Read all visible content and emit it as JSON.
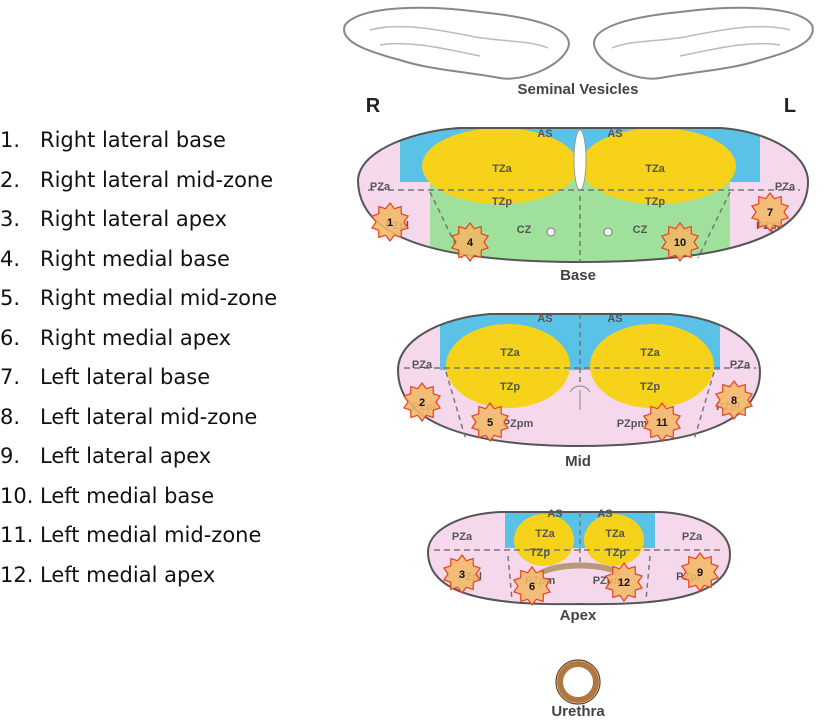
{
  "list": [
    {
      "num": "1.",
      "label": "Right lateral base"
    },
    {
      "num": "2.",
      "label": "Right lateral mid-zone"
    },
    {
      "num": "3.",
      "label": "Right lateral apex"
    },
    {
      "num": "4.",
      "label": "Right medial base"
    },
    {
      "num": "5.",
      "label": "Right medial mid-zone"
    },
    {
      "num": "6.",
      "label": "Right medial apex"
    },
    {
      "num": "7.",
      "label": "Left lateral base"
    },
    {
      "num": "8.",
      "label": "Left lateral mid-zone"
    },
    {
      "num": "9.",
      "label": "Left lateral apex"
    },
    {
      "num": "10.",
      "label": "Left medial base"
    },
    {
      "num": "11.",
      "label": "Left medial mid-zone"
    },
    {
      "num": "12.",
      "label": "Left medial apex"
    }
  ],
  "diagram": {
    "seminal_label": "Seminal Vesicles",
    "right": "R",
    "left": "L",
    "base_label": "Base",
    "mid_label": "Mid",
    "apex_label": "Apex",
    "urethra_label": "Urethra",
    "zones": {
      "as": "AS",
      "tza": "TZa",
      "tzp": "TZp",
      "pza": "PZa",
      "pzpl": "PZpl",
      "pzpm": "PZpm",
      "cz": "CZ"
    },
    "badges": [
      "1",
      "2",
      "3",
      "4",
      "5",
      "6",
      "7",
      "8",
      "9",
      "10",
      "11",
      "12"
    ]
  },
  "colors": {
    "as": "#5bc2e7",
    "tz": "#f6d21a",
    "cz": "#9fe09a",
    "pz": "#f6d8ec",
    "badge": "#f2b866",
    "badge_stroke": "#e8401f"
  }
}
